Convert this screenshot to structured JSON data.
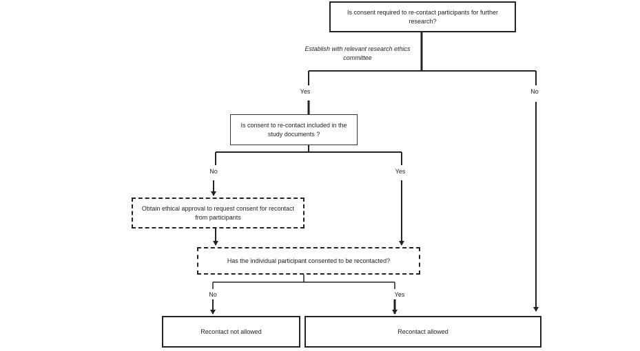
{
  "nodes": {
    "q1": "Is consent required to re-contact participants for further research?",
    "q2": "Is consent to re-contact included in the study documents ?",
    "obtain": "Obtain ethical approval to request consent for recontact from participants",
    "q3": "Has the individual participant consented to be recontacted?",
    "not_allowed": "Recontact not allowed",
    "allowed": "Recontact allowed"
  },
  "note": "Establish with relevant research ethics committee",
  "labels": {
    "q1_yes": "Yes",
    "q1_no": "No",
    "q2_no": "No",
    "q2_yes": "Yes",
    "q3_no": "No",
    "q3_yes": "Yes"
  }
}
